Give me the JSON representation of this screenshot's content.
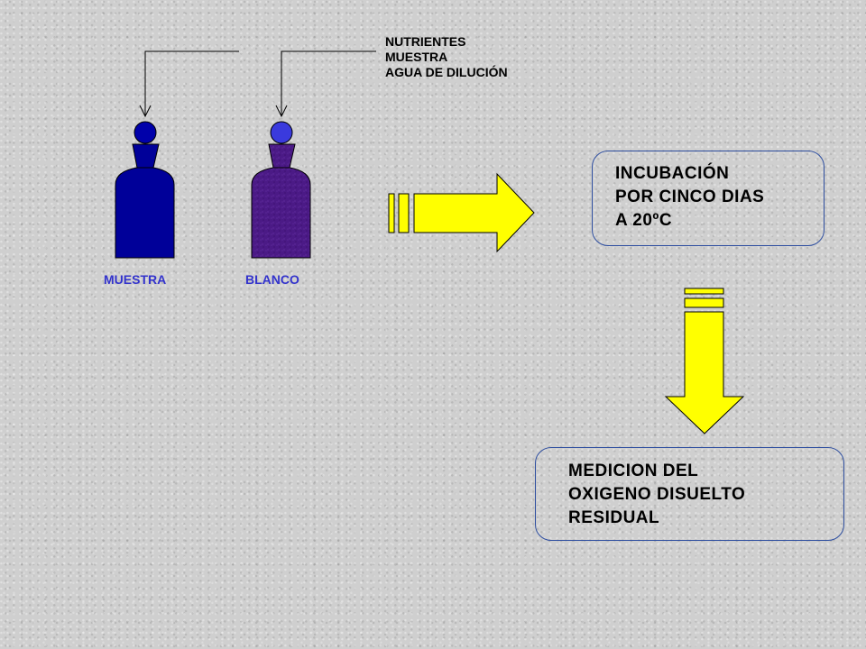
{
  "inputs": {
    "lines": [
      "NUTRIENTES",
      "MUESTRA",
      "AGUA DE DILUCIÓN"
    ]
  },
  "bottles": [
    {
      "label": "MUESTRA",
      "color": "#000099"
    },
    {
      "label": "BLANCO",
      "color": "#4b1a86"
    }
  ],
  "steps": [
    {
      "lines": [
        "INCUBACIÓN",
        "POR CINCO DIAS",
        "A 20ºC"
      ]
    },
    {
      "lines": [
        "MEDICION DEL",
        "OXIGENO DISUELTO",
        "RESIDUAL"
      ]
    }
  ],
  "colors": {
    "arrow_fill": "#ffff00",
    "box_border": "#2f4fa0",
    "bottle_label": "#3333cc",
    "stopper_muestra": "#0000aa",
    "stopper_blanco": "#3a3add"
  }
}
